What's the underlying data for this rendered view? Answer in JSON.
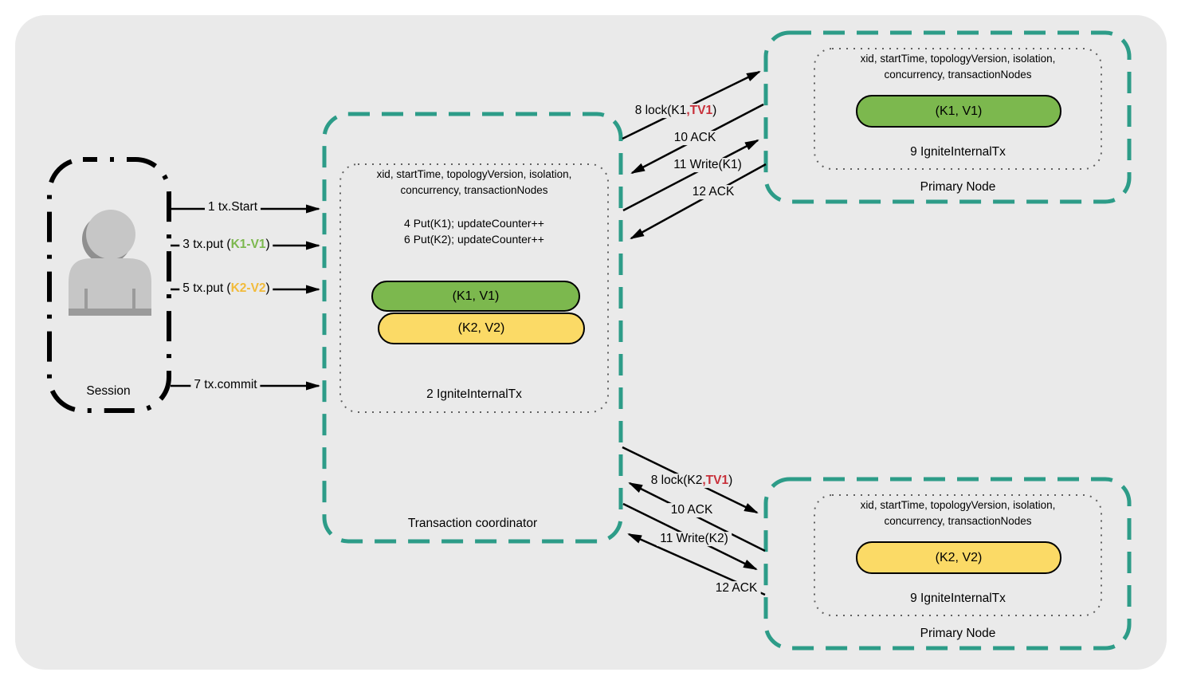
{
  "colors": {
    "background": "#eaeaea",
    "teal_border": "#2d9c88",
    "green_fill": "#7cb84e",
    "yellow_fill": "#fbda66",
    "green_text": "#7cb84e",
    "amber_text": "#f2bb3b",
    "red_text": "#c8303a",
    "line_black": "#000000",
    "person_gray": "#c6c6c6"
  },
  "session": {
    "title": "Session",
    "messages": {
      "start": "1 tx.Start",
      "put1": {
        "pre": "3 tx.put (",
        "key": "K1-V1",
        "post": ")"
      },
      "put2": {
        "pre": "5 tx.put (",
        "key": "K2-V2",
        "post": ")"
      },
      "commit": "7 tx.commit"
    }
  },
  "coordinator": {
    "title": "Transaction coordinator",
    "attrs_line1": "xid, startTime, topologyVersion, isolation,",
    "attrs_line2": "concurrency, transactionNodes",
    "op1": "4 Put(K1); updateCounter++",
    "op2": "6 Put(K2); updateCounter++",
    "entry1": "(K1, V1)",
    "entry2": "(K2, V2)",
    "internal_tx": "2 IgniteInternalTx"
  },
  "primary_node_top": {
    "title": "Primary Node",
    "attrs_line1": "xid, startTime, topologyVersion, isolation,",
    "attrs_line2": "concurrency, transactionNodes",
    "entry": "(K1, V1)",
    "internal_tx": "9 IgniteInternalTx"
  },
  "primary_node_bottom": {
    "title": "Primary Node",
    "attrs_line1": "xid, startTime, topologyVersion, isolation,",
    "attrs_line2": "concurrency, transactionNodes",
    "entry": "(K2, V2)",
    "internal_tx": "9 IgniteInternalTx"
  },
  "messages_top": {
    "lock": {
      "pre": "8 lock(K1",
      "red": ",TV1",
      "post": ")"
    },
    "ack1": "10 ACK",
    "write": "11 Write(K1)",
    "ack2": "12 ACK"
  },
  "messages_bottom": {
    "lock": {
      "pre": "8 lock(K2",
      "red": ",TV1",
      "post": ")"
    },
    "ack1": "10 ACK",
    "write": "11 Write(K2)",
    "ack2": "12 ACK"
  }
}
